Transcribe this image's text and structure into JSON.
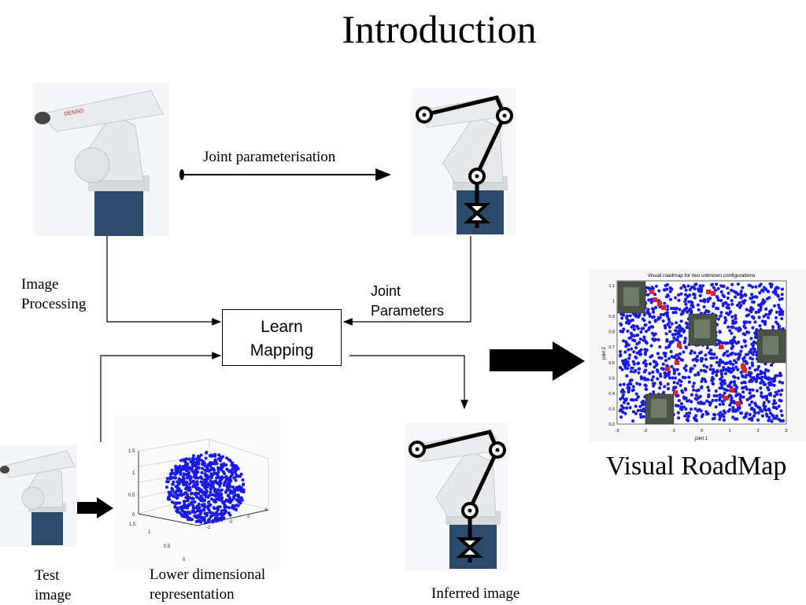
{
  "slide": {
    "title": "Introduction",
    "labels": {
      "joint_parameterisation": "Joint parameterisation",
      "image_processing": "Image\nProcessing",
      "joint_parameters": "Joint\nParameters",
      "learn_mapping": "Learn\nMapping",
      "test_image": "Test\nimage",
      "lower_dim": "Lower dimensional\nrepresentation",
      "inferred_image": "Inferred image",
      "visual_roadmap": "Visual RoadMap"
    },
    "robot_brand": "DENSO"
  },
  "roadmap_plot": {
    "title": "Visual roadmap for two unknown configurations",
    "xlabel": "joint 1",
    "ylabel": "joint 2",
    "xticks": [
      "-3",
      "-2",
      "-1",
      "0",
      "1",
      "2",
      "3"
    ],
    "yticks": [
      "0.2",
      "0.3",
      "0.4",
      "0.5",
      "0.6",
      "0.7",
      "0.8",
      "0.9",
      "1",
      "1.1"
    ]
  },
  "scatter3d": {
    "zticks": [
      "0",
      "0.5",
      "1",
      "1.5"
    ],
    "yticks": [
      "1.5",
      "1",
      "0.5",
      "0"
    ],
    "xticks": [
      "-2",
      "0",
      "2",
      "4"
    ]
  },
  "colors": {
    "points": "#1a1ae6",
    "highlight": "#e8202a",
    "robot_white": "#e6e8ea",
    "robot_base": "#2d4a6b"
  }
}
